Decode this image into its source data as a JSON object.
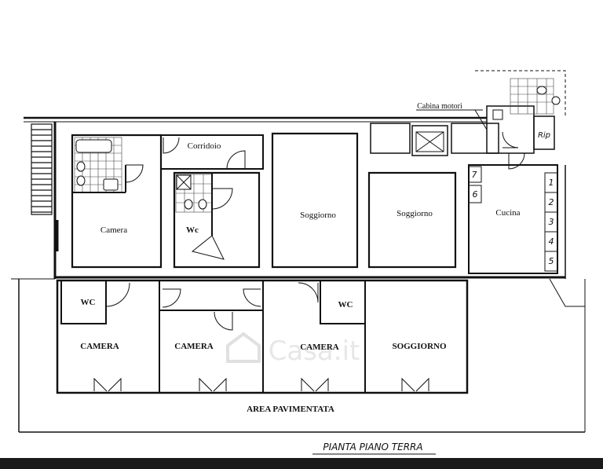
{
  "plan": {
    "footer_title": "PIANTA PIANO TERRA",
    "upper_rooms": {
      "camera": "Camera",
      "corridoio": "Corridoio",
      "wc": "Wc",
      "soggiorno_1": "Soggiorno",
      "soggiorno_2": "Soggiorno",
      "cucina": "Cucina",
      "cabina_motori": "Cabina motori",
      "rip": "Rip"
    },
    "lower_rooms": {
      "wc_1": "WC",
      "wc_2": "WC",
      "camera_1": "CAMERA",
      "camera_2": "CAMERA",
      "camera_3": "CAMERA",
      "soggiorno": "SOGGIORNO"
    },
    "area_label": "AREA PAVIMENTATA",
    "side_marks": [
      "7",
      "6"
    ],
    "stair_numbers": [
      "1",
      "2",
      "3",
      "4",
      "5"
    ],
    "watermark": "Casa.it"
  }
}
